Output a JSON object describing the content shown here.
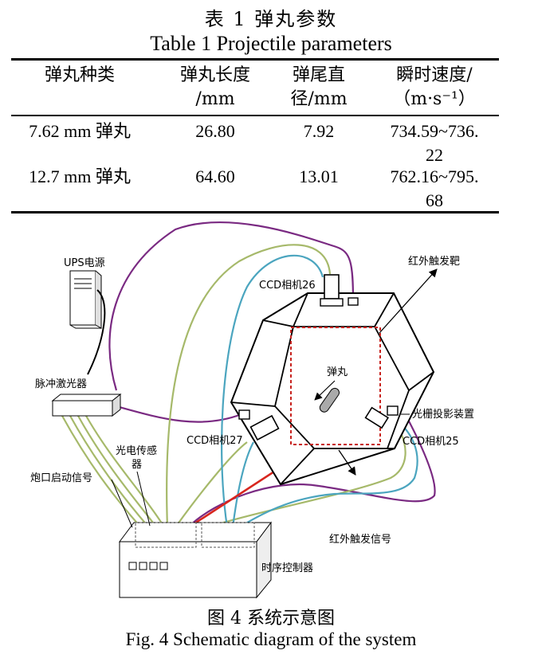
{
  "table": {
    "caption_zh": "表 1 弹丸参数",
    "caption_en": "Table 1 Projectile parameters",
    "headers": [
      [
        "弹丸种类"
      ],
      [
        "弹丸长度",
        "/mm"
      ],
      [
        "弹尾直",
        "径/mm"
      ],
      [
        "瞬时速度/",
        "（m·s⁻¹）"
      ]
    ],
    "rows": [
      [
        [
          "7.62 mm 弹丸"
        ],
        [
          "26.80"
        ],
        [
          "7.92"
        ],
        [
          "734.59~736.",
          "22"
        ]
      ],
      [
        [
          "12.7 mm 弹丸"
        ],
        [
          "64.60"
        ],
        [
          "13.01"
        ],
        [
          "762.16~795.",
          "68"
        ]
      ]
    ]
  },
  "diagram": {
    "labels": {
      "ups": "UPS电源",
      "laser": "脉冲激光器",
      "muzzle_signal": "炮口启动信号",
      "photo_sensor_1": "光电传感",
      "photo_sensor_2": "器",
      "camera_26": "CCD相机26",
      "camera_27": "CCD相机27",
      "camera_25": "CCD相机25",
      "ir_target": "红外触发靶",
      "projectile": "弹丸",
      "grating": "光栅投影装置",
      "ir_signal": "红外触发信号",
      "timing_controller": "时序控制器"
    },
    "colors": {
      "purple": "#7a2a82",
      "green": "#a6b96a",
      "teal": "#4ba5bf",
      "red": "#d8261e",
      "red_dotted": "#c8231f"
    }
  },
  "figure": {
    "caption_zh": "图 4 系统示意图",
    "caption_en": "Fig. 4 Schematic diagram of the system"
  }
}
